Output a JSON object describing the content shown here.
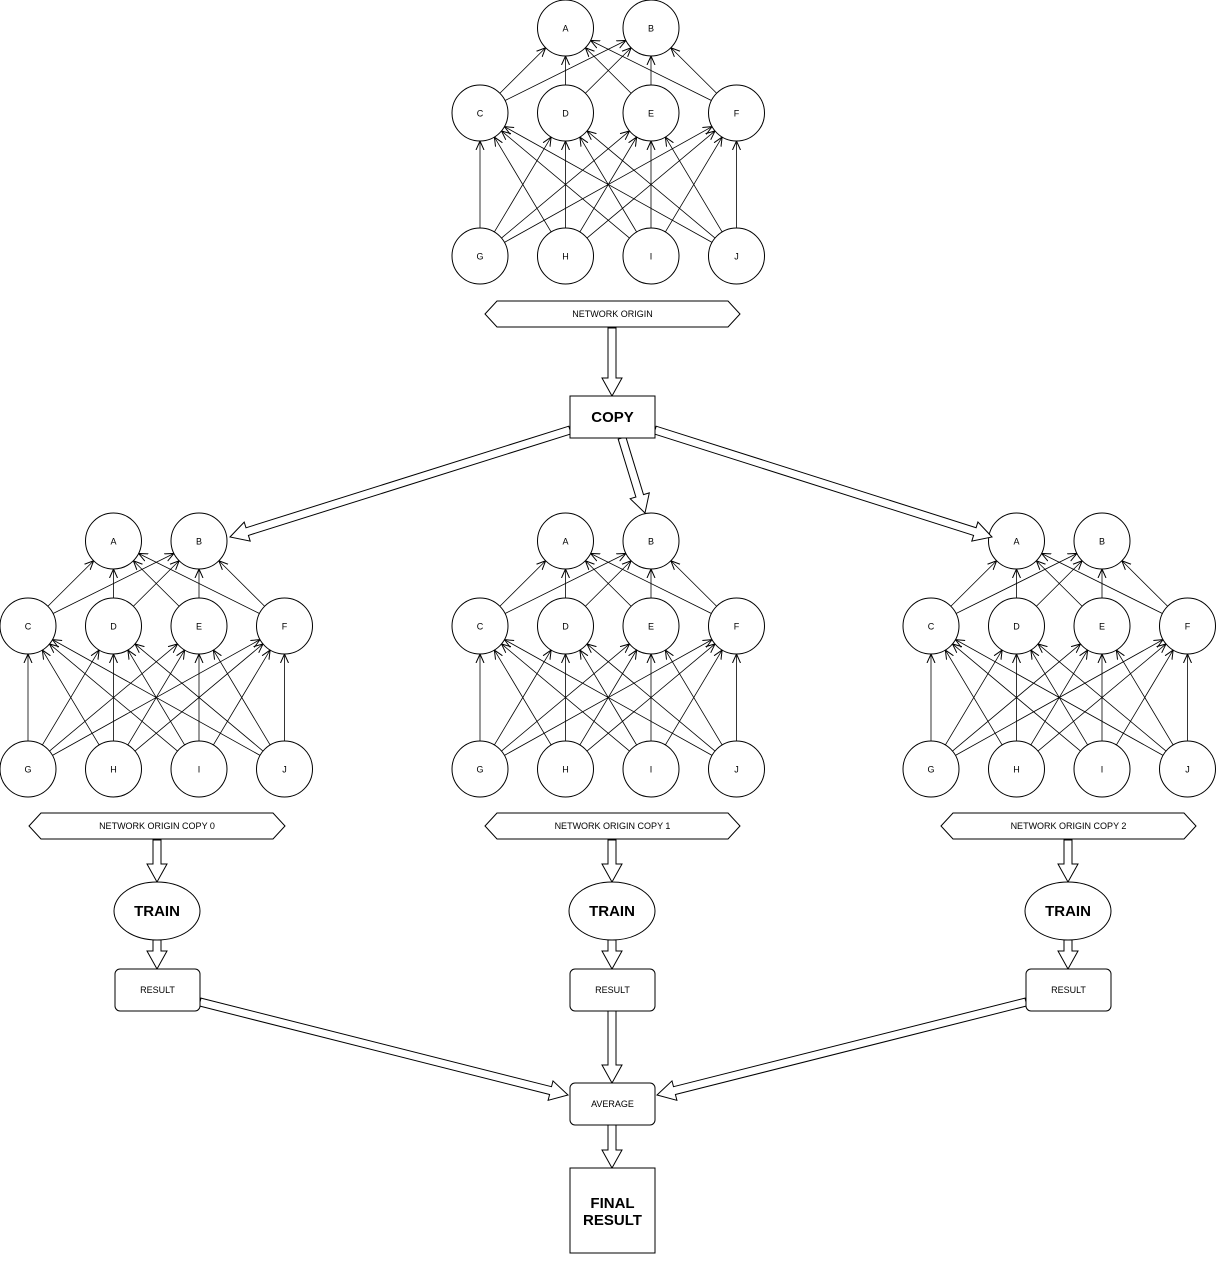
{
  "networks": [
    {
      "id": "origin",
      "banner_label": "NETWORK ORIGIN",
      "output_nodes": [
        "A",
        "B"
      ],
      "hidden_nodes": [
        "C",
        "D",
        "E",
        "F"
      ],
      "input_nodes": [
        "G",
        "H",
        "I",
        "J"
      ]
    },
    {
      "id": "copy0",
      "banner_label": "NETWORK ORIGIN COPY 0",
      "output_nodes": [
        "A",
        "B"
      ],
      "hidden_nodes": [
        "C",
        "D",
        "E",
        "F"
      ],
      "input_nodes": [
        "G",
        "H",
        "I",
        "J"
      ]
    },
    {
      "id": "copy1",
      "banner_label": "NETWORK ORIGIN COPY 1",
      "output_nodes": [
        "A",
        "B"
      ],
      "hidden_nodes": [
        "C",
        "D",
        "E",
        "F"
      ],
      "input_nodes": [
        "G",
        "H",
        "I",
        "J"
      ]
    },
    {
      "id": "copy2",
      "banner_label": "NETWORK ORIGIN COPY 2",
      "output_nodes": [
        "A",
        "B"
      ],
      "hidden_nodes": [
        "C",
        "D",
        "E",
        "F"
      ],
      "input_nodes": [
        "G",
        "H",
        "I",
        "J"
      ]
    }
  ],
  "steps": {
    "copy": "COPY",
    "train": "TRAIN",
    "result": "RESULT",
    "average": "AVERAGE",
    "final_line1": "FINAL",
    "final_line2": "RESULT"
  }
}
